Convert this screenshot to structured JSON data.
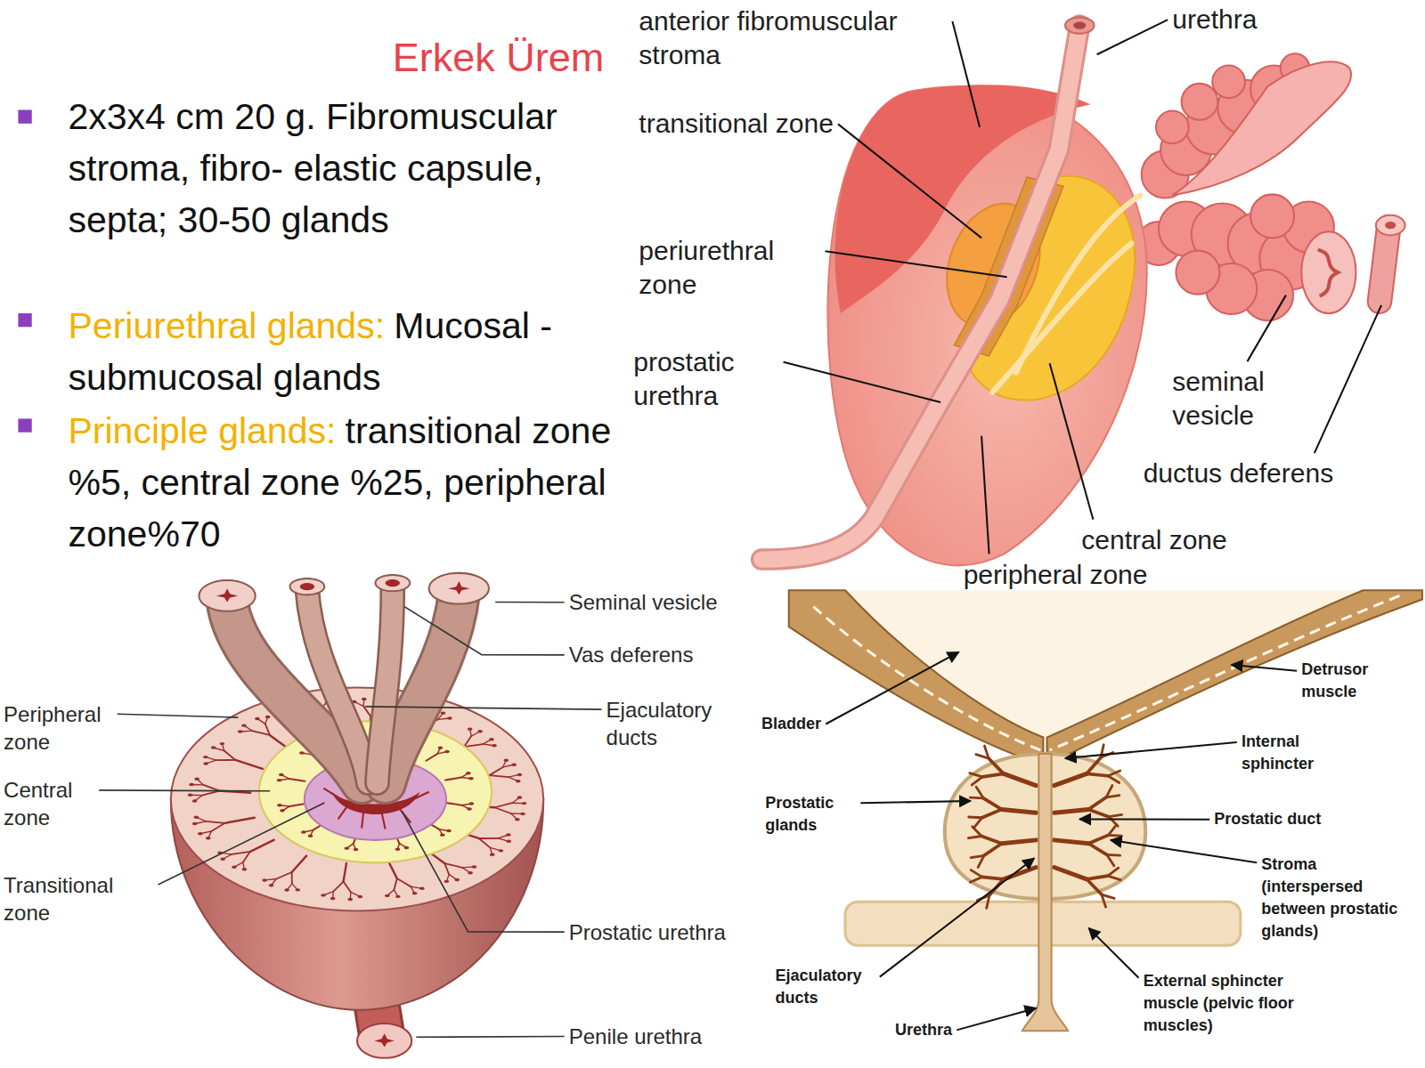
{
  "diagram": {
    "title": "Erkek Ürem",
    "labels": [
      "2x3x4 cm 20 g. Fibromuscular stroma, fibro- elastic capsule, septa; 30-50 glands",
      "Periurethral glands:",
      "Mucosal - submucosal glands",
      "Principle glands:",
      "transitional zone %5, central zone %25, peripheral zone%70",
      "anterior fibromuscular stroma",
      "urethra",
      "transitional zone",
      "periurethral zone",
      "prostatic urethra",
      "seminal vesicle",
      "ductus deferens",
      "central zone",
      "peripheral zone",
      "Seminal vesicle",
      "Vas deferens",
      "Ejaculatory ducts",
      "Peripheral zone",
      "Central zone",
      "Transitional zone",
      "Prostatic urethra",
      "Penile urethra",
      "Detrusor muscle",
      "Bladder",
      "Internal sphincter",
      "Prostatic glands",
      "Prostatic duct",
      "Stroma (interspersed between prostatic glands)",
      "Ejaculatory ducts",
      "External sphincter muscle (pelvic floor muscles)",
      "Urethra"
    ]
  }
}
